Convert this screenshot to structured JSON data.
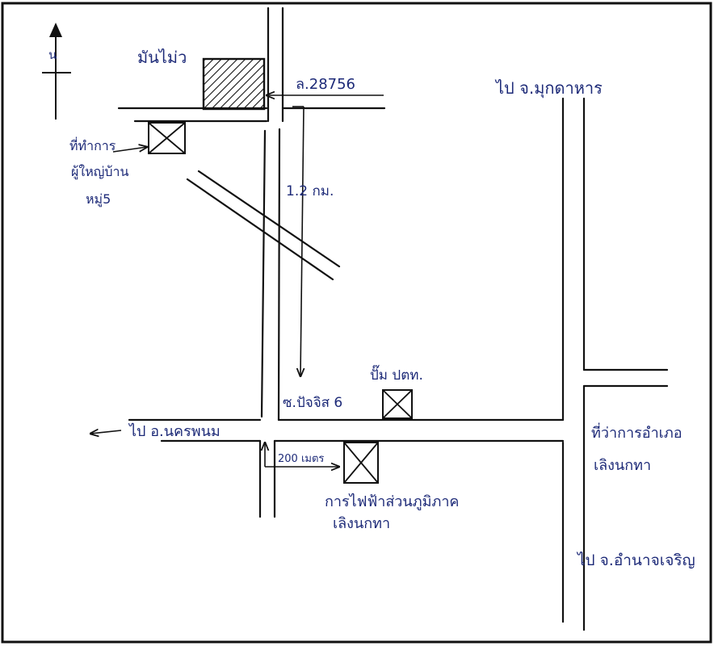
{
  "north": {
    "label": "น"
  },
  "labels": {
    "landmark_top": "มันไม่ว",
    "parcel_id": "ล.28756",
    "to_mukdahan": "ไป จ.มุกดาหาร",
    "office_label_1": "ที่ทำการ",
    "office_label_2": "ผู้ใหญ่บ้าน",
    "office_label_3": "หมู่5",
    "distance": "1.2 กม.",
    "gas_station": "ปั๊ม ปตท.",
    "soi": "ซ.ปัจจิส 6",
    "to_district": "ไป อ.นครพนม",
    "distance_small": "200 เมตร",
    "pea_1": "การไฟฟ้าส่วนภูมิภาค",
    "pea_2": "เลิงนกทา",
    "district_office_1": "ที่ว่าการอำเภอ",
    "district_office_2": "เลิงนกทา",
    "to_amnat": "ไป จ.อำนาจเจริญ"
  }
}
